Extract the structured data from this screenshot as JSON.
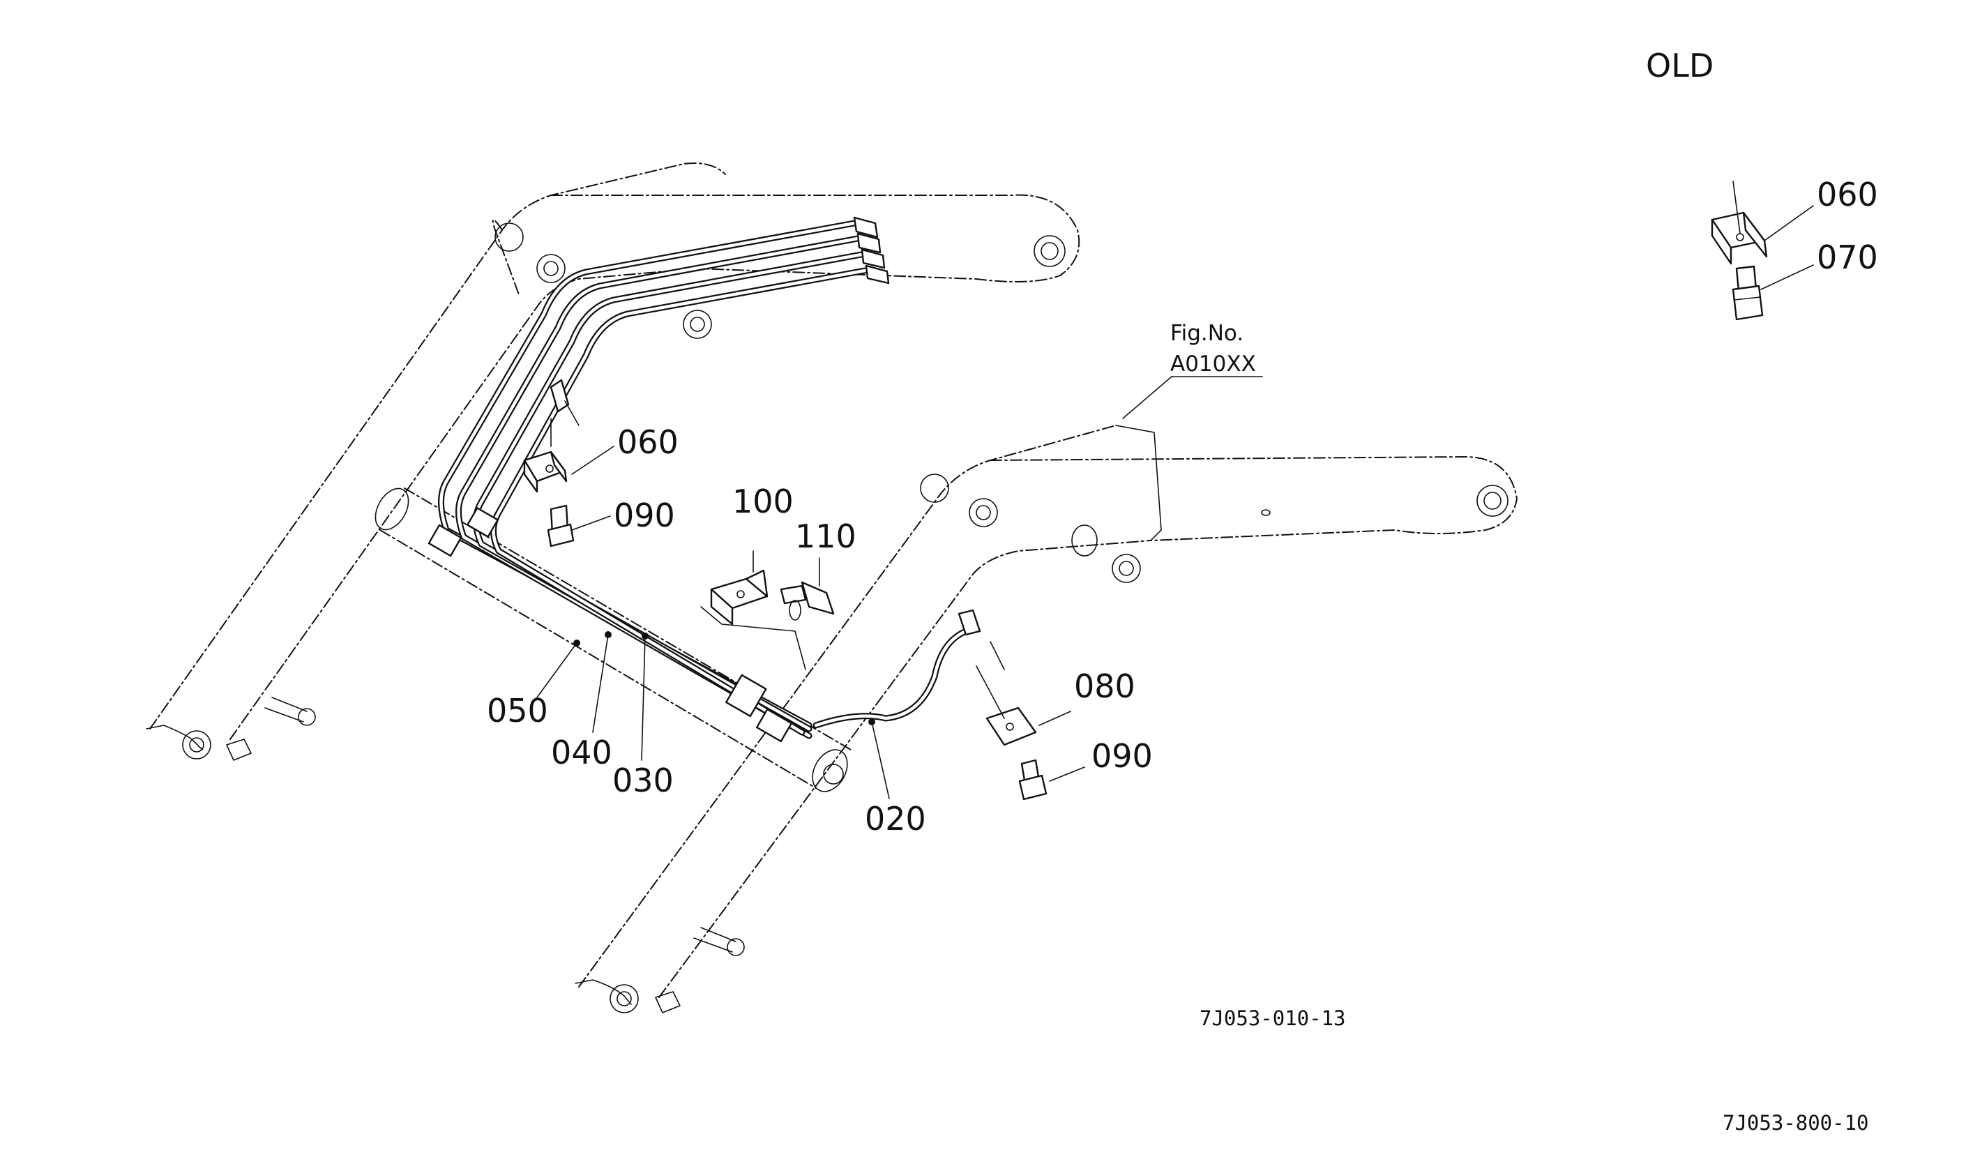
{
  "header": {
    "variant_label": "OLD"
  },
  "reference": {
    "fig_label": "Fig.No.",
    "fig_number": "A010XX"
  },
  "callouts": {
    "c020": "020",
    "c030": "030",
    "c040": "040",
    "c050": "050",
    "c060_main": "060",
    "c090_left": "090",
    "c100": "100",
    "c110": "110",
    "c080": "080",
    "c090_right": "090",
    "c060_inset": "060",
    "c070_inset": "070"
  },
  "footer": {
    "illustration_code": "7J053-010-13",
    "page_code": "7J053-800-10"
  }
}
